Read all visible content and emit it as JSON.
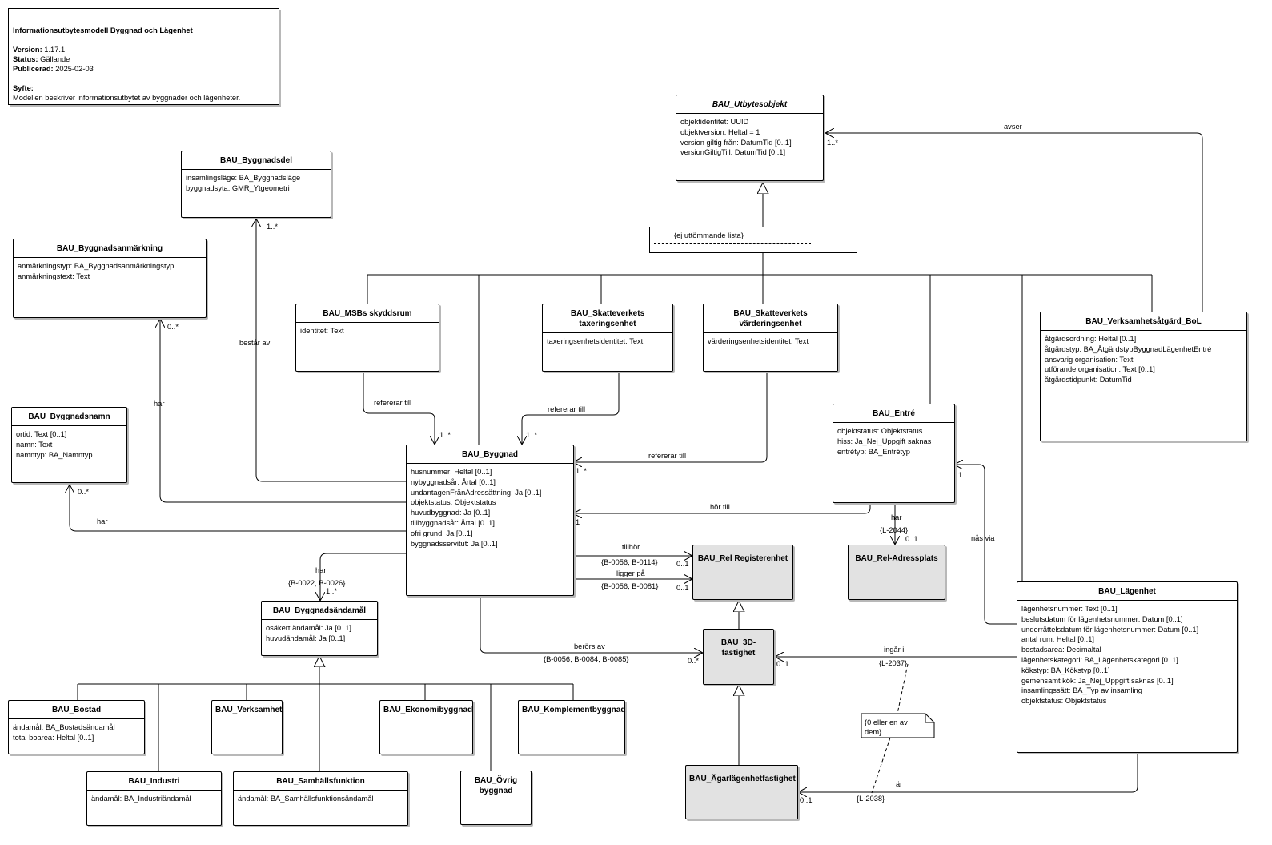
{
  "info": {
    "title": "Informationsutbytesmodell Byggnad och Lägenhet",
    "version_label": "Version:",
    "version": "1.17.1",
    "status_label": "Status:",
    "status": "Gällande",
    "published_label": "Publicerad:",
    "published": "2025-02-03",
    "purpose_label": "Syfte:",
    "purpose": "Modellen beskriver informationsutbytet av byggnader och lägenheter."
  },
  "classes": {
    "utbytesobjekt": {
      "name": "BAU_Utbytesobjekt",
      "attrs": [
        "objektidentitet: UUID",
        "objektversion: Heltal = 1",
        "version giltig från: DatumTid [0..1]",
        "versionGiltigTill: DatumTid [0..1]"
      ]
    },
    "byggnadsdel": {
      "name": "BAU_Byggnadsdel",
      "attrs": [
        "insamlingsläge: BA_Byggnadsläge",
        "byggnadsyta: GMR_Ytgeometri"
      ]
    },
    "byggnadsanmarkning": {
      "name": "BAU_Byggnadsanmärkning",
      "attrs": [
        "anmärkningstyp: BA_Byggnadsanmärkningstyp",
        "anmärkningstext: Text"
      ]
    },
    "byggnadsnamn": {
      "name": "BAU_Byggnadsnamn",
      "attrs": [
        "ortid: Text [0..1]",
        "namn: Text",
        "namntyp: BA_Namntyp"
      ]
    },
    "msb": {
      "name": "BAU_MSBs skyddsrum",
      "attrs": [
        "identitet: Text"
      ]
    },
    "taxering": {
      "name": "BAU_Skatteverkets\ntaxeringsenhet",
      "attrs": [
        "taxeringsenhetsidentitet: Text"
      ]
    },
    "vardering": {
      "name": "BAU_Skatteverkets\nvärderingsenhet",
      "attrs": [
        "värderingsenhetsidentitet: Text"
      ]
    },
    "verksamhetsatgard": {
      "name": "BAU_Verksamhetsåtgärd_BoL",
      "attrs": [
        "åtgärdsordning: Heltal [0..1]",
        "åtgärdstyp: BA_ÅtgärdstypByggnadLägenhetEntré",
        "ansvarig organisation: Text",
        "utförande organisation: Text [0..1]",
        "åtgärdstidpunkt: DatumTid"
      ]
    },
    "entre": {
      "name": "BAU_Entré",
      "attrs": [
        "objektstatus: Objektstatus",
        "hiss: Ja_Nej_Uppgift saknas",
        "entrétyp: BA_Entrétyp"
      ]
    },
    "byggnad": {
      "name": "BAU_Byggnad",
      "attrs": [
        "husnummer: Heltal [0..1]",
        "nybyggnadsår: Årtal [0..1]",
        "undantagenFrånAdressättning: Ja [0..1]",
        "objektstatus: Objektstatus",
        "huvudbyggnad: Ja [0..1]",
        "tillbyggnadsår: Årtal [0..1]",
        "ofri grund: Ja [0..1]",
        "byggnadsservitut: Ja [0..1]"
      ]
    },
    "registerenhet": {
      "name": "BAU_Rel Registerenhet"
    },
    "adressplats": {
      "name": "BAU_Rel-Adressplats"
    },
    "lagenhet": {
      "name": "BAU_Lägenhet",
      "attrs": [
        "lägenhetsnummer: Text [0..1]",
        "beslutsdatum för lägenhetsnummer: Datum [0..1]",
        "underrättelsdatum för lägenhetsnummer: Datum [0..1]",
        "antal rum: Heltal [0..1]",
        "bostadsarea: Decimaltal",
        "lägenhetskategori: BA_Lägenhetskategori [0..1]",
        "kökstyp: BA_Kökstyp [0..1]",
        "gemensamt kök: Ja_Nej_Uppgift saknas [0..1]",
        "insamlingssätt: BA_Typ av insamling",
        "objektstatus: Objektstatus"
      ]
    },
    "byggnadsandamal": {
      "name": "BAU_Byggnadsändamål",
      "attrs": [
        "osäkert ändamål: Ja [0..1]",
        "huvudändamål: Ja [0..1]"
      ]
    },
    "fastighet3d": {
      "name": "BAU_3D-\nfastighet"
    },
    "bostad": {
      "name": "BAU_Bostad",
      "attrs": [
        "ändamål: BA_Bostadsändamål",
        "total boarea: Heltal [0..1]"
      ]
    },
    "verksamhet": {
      "name": "BAU_Verksamhet"
    },
    "ekonomibyggnad": {
      "name": "BAU_Ekonomibyggnad"
    },
    "komplementbyggnad": {
      "name": "BAU_Komplementbyggnad"
    },
    "industri": {
      "name": "BAU_Industri",
      "attrs": [
        "ändamål: BA_Industriändamål"
      ]
    },
    "samhallsfunktion": {
      "name": "BAU_Samhällsfunktion",
      "attrs": [
        "ändamål: BA_Samhällsfunktionsändamål"
      ]
    },
    "ovrig": {
      "name": "BAU_Övrig\nbyggnad"
    },
    "agarlagenhet": {
      "name": "BAU_Ägarlägenhetfastighet"
    }
  },
  "notes": {
    "list": "{ej uttömmande lista}",
    "either": [
      "{0 eller en av",
      "dem}"
    ]
  },
  "labels": {
    "avser": "avser",
    "avser_mult": "1..*",
    "bestar_av": "består av",
    "byggnadsdel_mult": "1..*",
    "har_anm": "har",
    "anm_mult": "0..*",
    "har_namn": "har",
    "namn_mult": "0..*",
    "ref_msb": "refererar till",
    "ref_msb_mult": "1..*",
    "ref_tax": "refererar till",
    "ref_tax_mult": "1..*",
    "ref_vard": "refererar till",
    "ref_vard_mult": "1..*",
    "hor_till": "hör till",
    "hor_till_mult": "1",
    "har_adress": "har",
    "adress_code": "{L-2044}",
    "adress_mult": "0..1",
    "nas_via": "nås via",
    "nas_via_mult": "1",
    "tillhor": "tillhör",
    "tillhor_code": "{B-0056, B-0114}",
    "tillhor_mult": "0..1",
    "ligger_pa": "ligger på",
    "ligger_pa_code": "{B-0056, B-0081}",
    "ligger_pa_mult": "0..1",
    "har_andamal": "har",
    "andamal_code": "{B-0022, B-0026}",
    "andamal_mult": "1..*",
    "berors_av": "berörs av",
    "berors_code": "{B-0056, B-0084, B-0085}",
    "berors_mult": "0..*",
    "ingar_i": "ingår i",
    "ingar_code": "{L-2037}",
    "ingar_mult": "0..1",
    "ar": "är",
    "ar_code": "{L-2038}",
    "ar_mult": "0..1"
  }
}
